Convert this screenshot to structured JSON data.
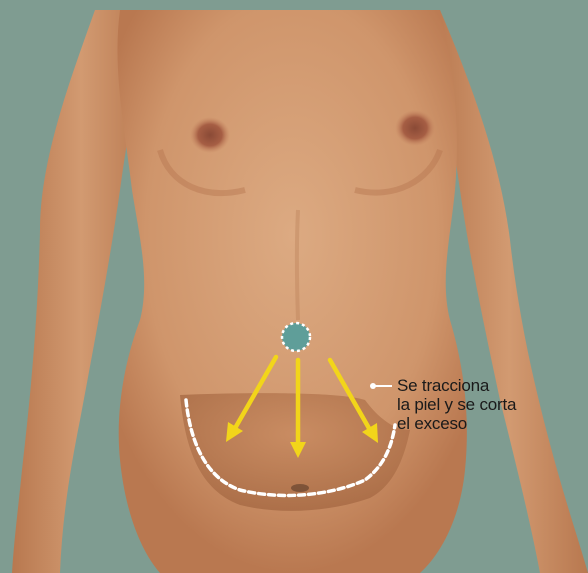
{
  "annotation": {
    "lines": [
      "Se tracciona",
      "la piel y se corta",
      "el exceso"
    ]
  },
  "colors": {
    "background": "#7f9c91",
    "skin": "#d39a72",
    "arrow": "#f2d51a",
    "navel_marker": "#5f9e99",
    "incision_dashes": "#ffffff"
  },
  "illustration": {
    "subject": "front view of female torso",
    "arrows_count": 3,
    "marked_regions": [
      "navel",
      "lower-abdomen-excess-skin"
    ]
  }
}
